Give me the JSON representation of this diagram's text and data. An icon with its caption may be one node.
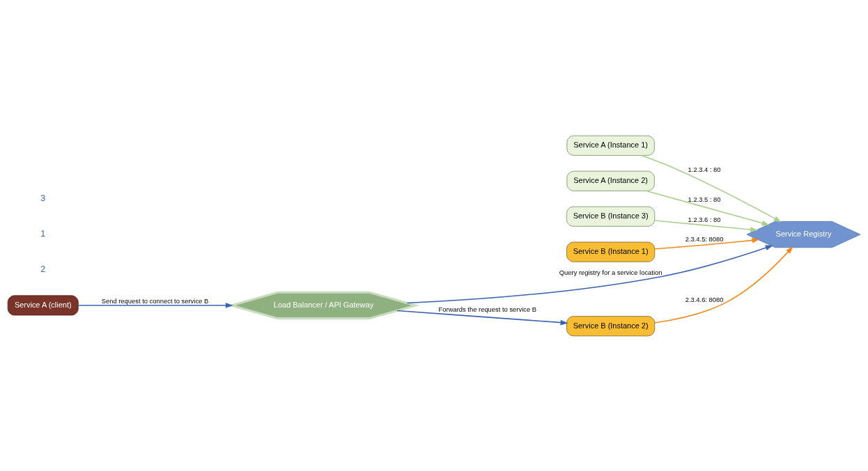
{
  "diagram": {
    "nodes": [
      {
        "text": [
          "Service Registry"
        ]
      },
      {
        "text": [
          "Service A (Instance 1)"
        ]
      },
      {
        "text": [
          "Service A (Instance 2)"
        ]
      },
      {
        "text": [
          "Service B (Instance 3)"
        ]
      },
      {
        "text": [
          "Service B (Instance 1)"
        ]
      },
      {
        "text": [
          "Service B (Instance 2)"
        ]
      },
      {
        "text": [
          "Service A (client)"
        ]
      },
      {
        "text": [
          "Load Balancer / API Gateway"
        ]
      }
    ],
    "edges": [
      {
        "from": 1,
        "to": 0,
        "arrow": "to",
        "label": "1.2.3.4 : 80",
        "color": "#a8d08d"
      },
      {
        "from": 2,
        "to": 0,
        "arrow": "to",
        "label": "1.2.3.5 : 80",
        "color": "#a8d08d"
      },
      {
        "from": 3,
        "to": 0,
        "arrow": "to",
        "label": "1.2.3.6 : 80",
        "color": "#a8d08d"
      },
      {
        "from": 4,
        "to": 0,
        "arrow": "to",
        "label": "2.3.4.5: 8080",
        "color": "#f08a1e"
      },
      {
        "from": 5,
        "to": 0,
        "arrow": "to",
        "label": "2.3.4.6: 8080",
        "color": "#f08a1e"
      },
      {
        "from": 6,
        "to": 7,
        "arrow": "to",
        "label": "Send request to connect to service B",
        "color": "#3a64b0"
      },
      {
        "from": 7,
        "to": 0,
        "arrow": "to",
        "label": "Query registry for a service location",
        "color": "#3a64b0"
      },
      {
        "from": 7,
        "to": 5,
        "arrow": "to",
        "label": "Forwards the request to service B",
        "color": "#3a64b0"
      }
    ],
    "labels": [
      "2",
      "1",
      "3"
    ]
  }
}
